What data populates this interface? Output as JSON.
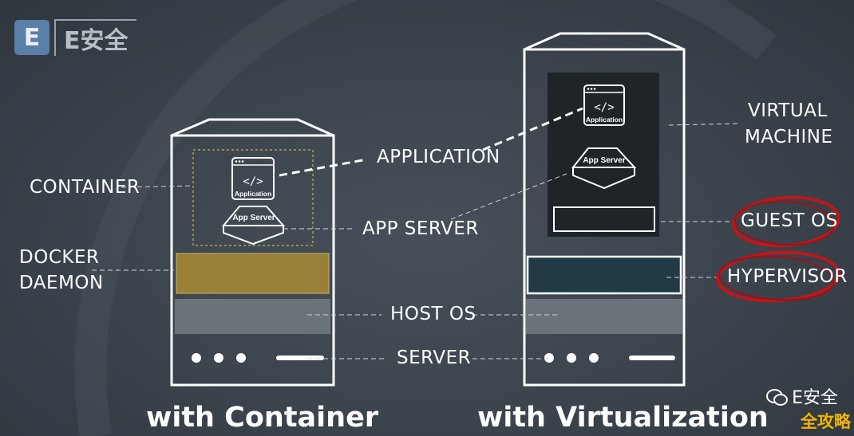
{
  "logo": {
    "badge": "E",
    "text": "E安全"
  },
  "container_side": {
    "labels": {
      "container": "CONTAINER",
      "docker_daemon_line1": "DOCKER",
      "docker_daemon_line2": "DAEMON"
    },
    "app_icon_label": "Application",
    "app_server_label": "App Server",
    "caption": "with Container"
  },
  "center_labels": {
    "application": "APPLICATION",
    "app_server": "APP SERVER",
    "host_os": "HOST OS",
    "server": "SERVER"
  },
  "vm_side": {
    "labels": {
      "virtual_machine_line1": "VIRTUAL",
      "virtual_machine_line2": "MACHINE",
      "guest_os": "GUEST OS",
      "hypervisor": "HYPERVISOR"
    },
    "app_icon_label": "Application",
    "app_server_label": "App Server",
    "caption": "with Virtualization"
  },
  "watermark": {
    "text": "E安全",
    "subtext": "全攻略"
  },
  "colors": {
    "docker_layer": "#9a7f36",
    "host_os_layer": "#6b737b",
    "hypervisor_layer": "#223a45",
    "vm_screen": "#1f2429",
    "highlight_circle": "#c0161b"
  }
}
